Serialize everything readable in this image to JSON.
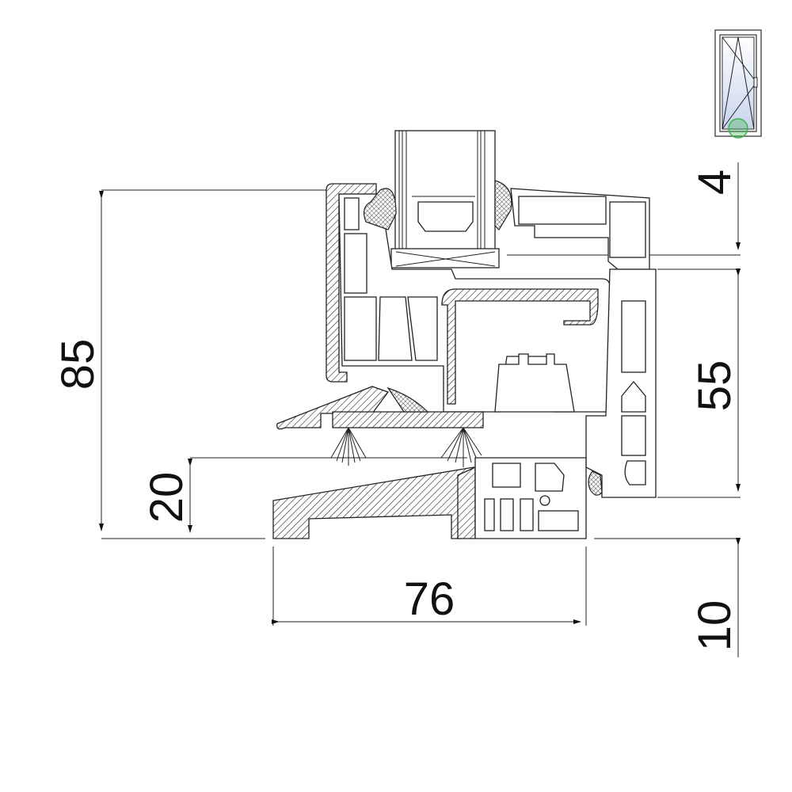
{
  "dimensions": {
    "overall_height": "85",
    "sill_height": "20",
    "sill_width": "76",
    "glass_overlap": "4",
    "frame_height": "55",
    "bottom_offset": "10"
  },
  "thumbnail": {
    "icon": "tilt-turn-window-icon",
    "highlight_color": "#3cb54a",
    "glass_color": "#c8d4ee"
  }
}
